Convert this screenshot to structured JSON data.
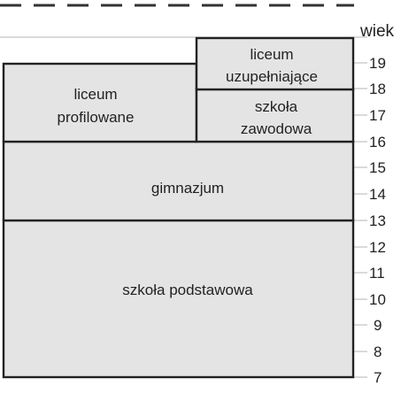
{
  "axis": {
    "title": "wiek",
    "ticks": [
      "19",
      "18",
      "17",
      "16",
      "15",
      "14",
      "13",
      "12",
      "11",
      "10",
      "9",
      "8",
      "7"
    ]
  },
  "boxes": {
    "szkola_podstawowa": "szkoła podstawowa",
    "gimnazjum": "gimnazjum",
    "liceum_profilowane": {
      "line1": "liceum",
      "line2": "profilowane"
    },
    "szkola_zawodowa": {
      "line1": "szkoła",
      "line2": "zawodowa"
    },
    "liceum_uzupelniajace": {
      "line1": "liceum",
      "line2": "uzupełniające"
    }
  },
  "colors": {
    "box_fill": "#e4e4e4",
    "box_stroke": "#222222",
    "gridline": "#b5b5b5"
  }
}
